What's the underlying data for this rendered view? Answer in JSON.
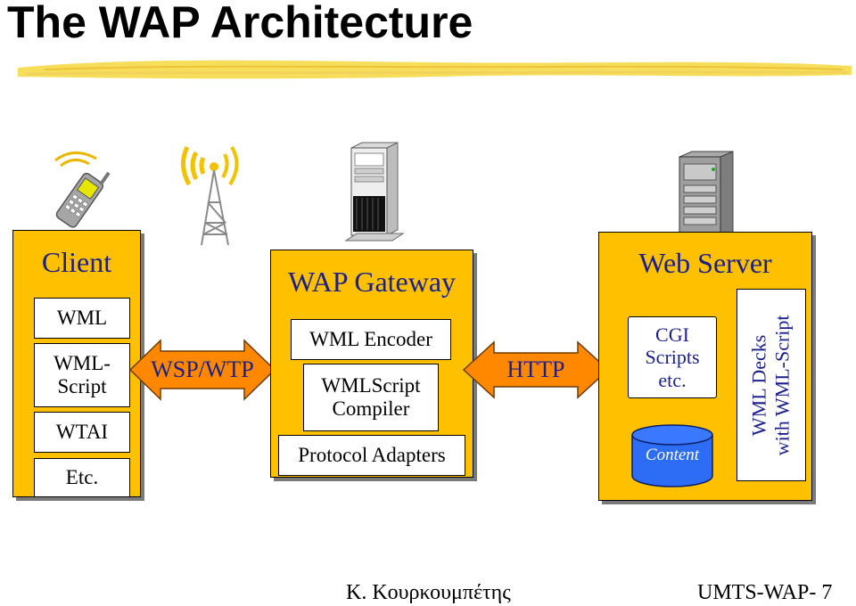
{
  "title": "The WAP Architecture",
  "colors": {
    "panel": "#ffc000",
    "arrow": "#ff8800",
    "label_text": "#1b1f8a",
    "database": "#2d6df6",
    "brush": "#f7de5a"
  },
  "client": {
    "heading": "Client",
    "items": [
      "WML",
      "WML-\nScript",
      "WTAI",
      "Etc."
    ]
  },
  "wsp_arrow": {
    "label": "WSP/WTP"
  },
  "gateway": {
    "heading": "WAP Gateway",
    "encoder": "WML Encoder",
    "compiler": "WMLScript\nCompiler",
    "adapters": "Protocol Adapters"
  },
  "http_arrow": {
    "label": "HTTP"
  },
  "web_server": {
    "heading": "Web Server",
    "cgi": "CGI\nScripts\netc.",
    "content": "Content",
    "decks_line1": "WML Decks",
    "decks_line2": "with WML-Script"
  },
  "icons": [
    "mobile-phone-icon",
    "antenna-tower-icon",
    "gateway-server-icon",
    "web-server-icon",
    "database-icon"
  ],
  "footer": {
    "author": "Κ. Κουρκουμπέτης",
    "page": "UMTS-WAP- 7"
  }
}
